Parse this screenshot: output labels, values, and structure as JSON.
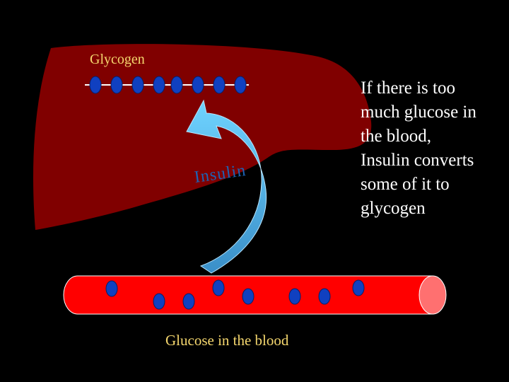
{
  "labels": {
    "glycogen": "Glycogen",
    "insulin": "Insulin",
    "blood": "Glucose in the blood"
  },
  "caption_lines": [
    "If there is too",
    "much glucose in",
    "the blood,",
    "Insulin converts",
    "some of it to",
    "glycogen"
  ],
  "colors": {
    "background": "#000000",
    "liver": "#800000",
    "vessel": "#ff0000",
    "vessel_end": "#ff7070",
    "glucose": "#1040c0",
    "arrow_light": "#6fd3ff",
    "arrow_dark": "#3a8fc8",
    "label": "#f5d76e",
    "insulin_text": "#1e63b5",
    "caption": "#ffffff"
  }
}
